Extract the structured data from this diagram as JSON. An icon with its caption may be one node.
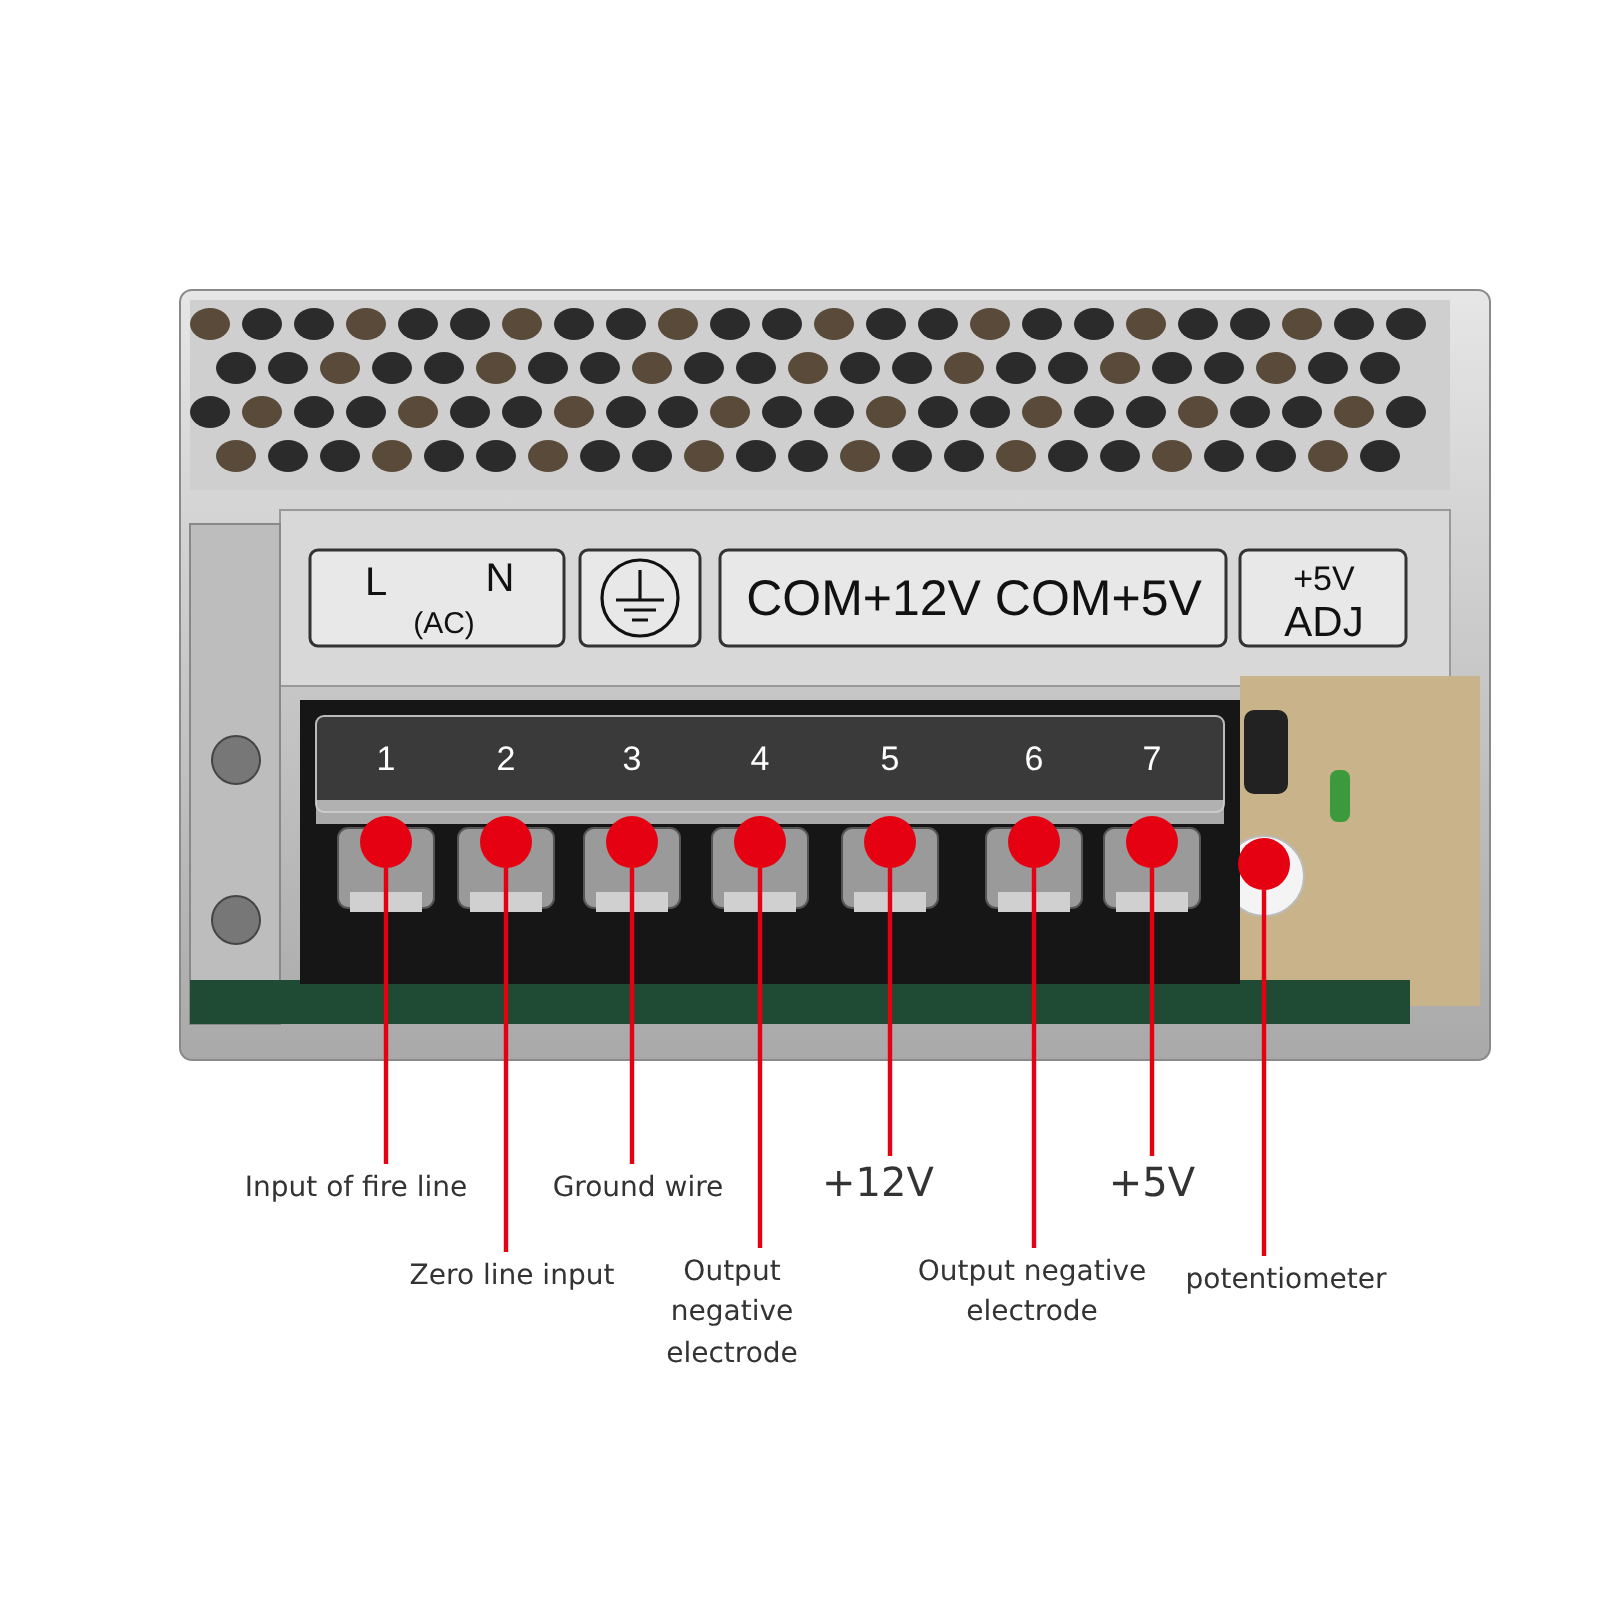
{
  "diagram": {
    "nodes": [
      {
        "text": [],
        "shape": "circle"
      },
      {
        "text": [],
        "shape": "circle"
      },
      {
        "text": [],
        "shape": "circle"
      },
      {
        "text": [],
        "shape": "circle"
      },
      {
        "text": [],
        "shape": "circle"
      },
      {
        "text": [],
        "shape": "circle"
      },
      {
        "text": [],
        "shape": "circle"
      },
      {
        "text": [],
        "shape": "circle"
      },
      {
        "text": [
          "Input of fire line"
        ]
      },
      {
        "text": [
          "Ground wire"
        ]
      },
      {
        "text": [
          "+12V"
        ]
      },
      {
        "text": [
          "+5V"
        ]
      },
      {
        "text": [
          "Zero line input"
        ]
      },
      {
        "text": [
          "Output negative electrode"
        ]
      },
      {
        "text": [
          "Output negative electrode"
        ]
      },
      {
        "text": [
          "potentiometer"
        ]
      }
    ],
    "edges": [
      {
        "from": 8,
        "to": 0,
        "arrow": "none"
      },
      {
        "from": 12,
        "to": 1,
        "arrow": "none"
      },
      {
        "from": 9,
        "to": 2,
        "arrow": "none"
      },
      {
        "from": 13,
        "to": 3,
        "arrow": "none"
      },
      {
        "from": 10,
        "to": 4,
        "arrow": "none"
      },
      {
        "from": 14,
        "to": 5,
        "arrow": "none"
      },
      {
        "from": 11,
        "to": 6,
        "arrow": "none"
      },
      {
        "from": 15,
        "to": 7,
        "arrow": "none"
      }
    ],
    "labels": [
      "L",
      "N",
      "(AC)",
      "COM+12V COM+5V",
      "+5V",
      "ADJ",
      "1",
      "2",
      "3",
      "4",
      "5",
      "6",
      "7"
    ]
  }
}
